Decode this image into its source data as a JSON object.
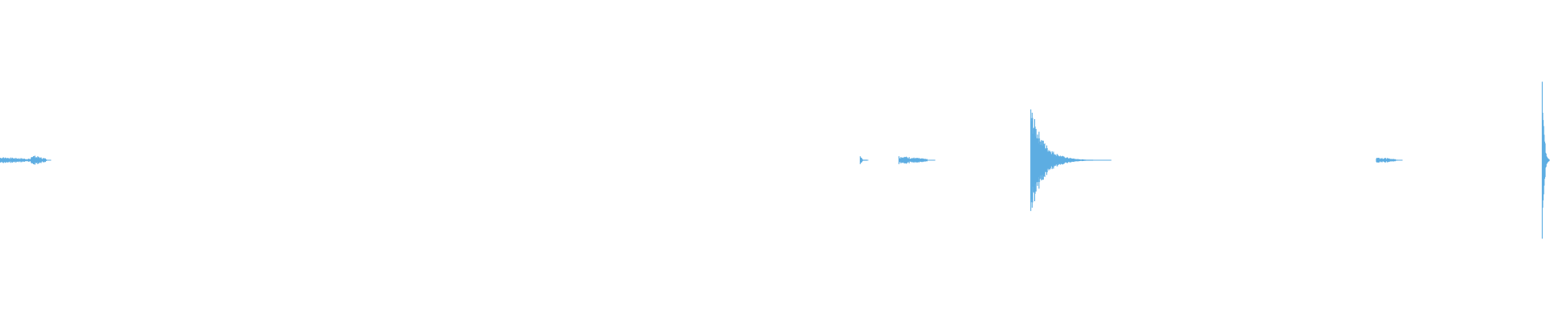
{
  "waveform": {
    "color": "#5dade2",
    "background": "#ffffff",
    "bursts": [
      {
        "time": 0.0,
        "amplitude": 0.03,
        "span": 0.025,
        "profile": "steady"
      },
      {
        "time": 0.02,
        "amplitude": 0.05,
        "span": 0.01,
        "profile": "steady"
      },
      {
        "time": 0.555,
        "amplitude": 0.06,
        "span": 0.004,
        "profile": "spike"
      },
      {
        "time": 0.58,
        "amplitude": 0.04,
        "span": 0.018,
        "profile": "steady"
      },
      {
        "time": 0.665,
        "amplitude": 0.5,
        "span": 0.04,
        "profile": "spike"
      },
      {
        "time": 0.888,
        "amplitude": 0.03,
        "span": 0.013,
        "profile": "steady"
      },
      {
        "time": 0.995,
        "amplitude": 1.0,
        "span": 0.005,
        "profile": "spike"
      }
    ]
  }
}
